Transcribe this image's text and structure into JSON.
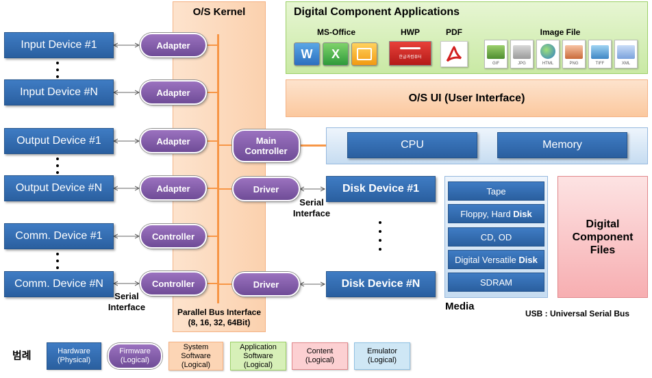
{
  "kernel": {
    "title": "O/S Kernel",
    "bus_label_1": "Parallel Bus Interface",
    "bus_label_2": "(8, 16, 32, 64Bit)"
  },
  "apps": {
    "title": "Digital Component Applications",
    "groups": {
      "msoffice": "MS-Office",
      "hwp": "HWP",
      "pdf": "PDF",
      "image": "Image File"
    },
    "ms_icons": [
      "W",
      "X",
      ""
    ],
    "hwp_caption": "한글과컴퓨터",
    "image_exts": [
      "GIF",
      "JPG",
      "HTML",
      "PNG",
      "TIFF",
      "XML"
    ]
  },
  "osui": {
    "label": "O/S UI (User Interface)"
  },
  "devices": {
    "input1": "Input Device #1",
    "inputN": "Input Device #N",
    "output1": "Output Device #1",
    "outputN": "Output Device #N",
    "comm1": "Comm. Device #1",
    "commN": "Comm. Device #N"
  },
  "firmware": {
    "adapter1": "Adapter",
    "adapter2": "Adapter",
    "adapter3": "Adapter",
    "adapter4": "Adapter",
    "controller1": "Controller",
    "controller2": "Controller",
    "main_controller_1": "Main",
    "main_controller_2": "Controller",
    "driver1": "Driver",
    "driver2": "Driver"
  },
  "serial": {
    "line1": "Serial",
    "line2": "Interface"
  },
  "cpu_mem": {
    "cpu": "CPU",
    "memory": "Memory"
  },
  "disks": {
    "disk1": "Disk Device #1",
    "diskN": "Disk Device #N"
  },
  "media": {
    "title": "Media",
    "items": [
      {
        "text": "Tape",
        "bold": ""
      },
      {
        "text": "Floppy, Hard ",
        "bold": "Disk"
      },
      {
        "text": "CD, OD",
        "bold": ""
      },
      {
        "text": "Digital Versatile ",
        "bold": "Disk"
      },
      {
        "text": "SDRAM",
        "bold": ""
      }
    ]
  },
  "files": {
    "line1": "Digital",
    "line2": "Component",
    "line3": "Files"
  },
  "usb_note": "USB : Universal Serial Bus",
  "legend": {
    "title": "범례",
    "hardware": [
      "Hardware",
      "(Physical)"
    ],
    "firmware": [
      "Firmware",
      "(Logical)"
    ],
    "system": [
      "System",
      "Software",
      "(Logical)"
    ],
    "application": [
      "Application",
      "Software",
      "(Logical)"
    ],
    "content": [
      "Content",
      "(Logical)"
    ],
    "emulator": [
      "Emulator",
      "(Logical)"
    ]
  },
  "colors": {
    "hardware": "#3469ad",
    "firmware": "#7d57a4",
    "system_software": "#fcd5b5",
    "application_software": "#d7f0b8",
    "content": "#fcd0d2",
    "emulator": "#cfe7f5",
    "bus_line": "#f79646"
  }
}
